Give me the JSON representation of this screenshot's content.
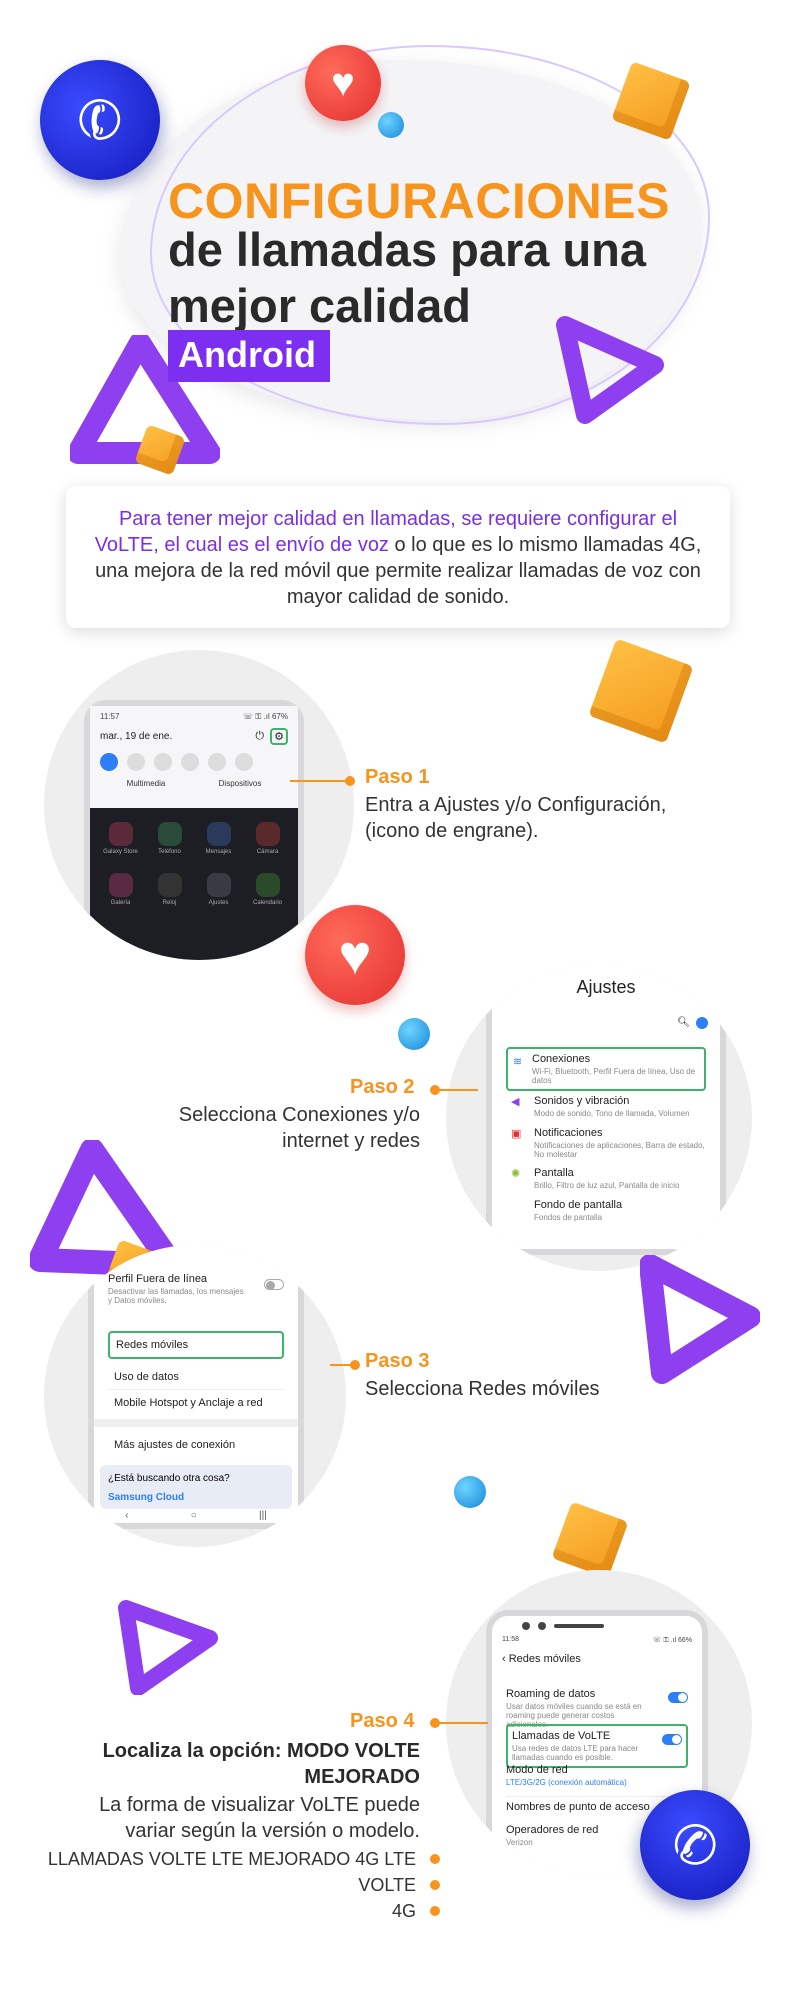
{
  "header": {
    "title_line1": "CONFIGURACIONES",
    "title_line2": "de llamadas para una mejor calidad",
    "platform": "Android"
  },
  "intro": {
    "purple_text": "Para tener mejor calidad en llamadas, se requiere configurar el VoLTE, el cual es el envío de voz",
    "rest_text": " o lo que es lo mismo llamadas 4G, una mejora de la red móvil que permite realizar llamadas de voz con mayor calidad de sonido."
  },
  "step1": {
    "label": "Paso 1",
    "text": "Entra a Ajustes y/o Configuración, (icono de engrane).",
    "screen": {
      "time": "11:57",
      "status": "☏ ⚿ .ıl 67%",
      "date": "mar., 19 de ene.",
      "multimedia": "Multimedia",
      "dispositivos": "Dispositivos",
      "apps": [
        "Galaxy Store",
        "Teléfono",
        "Mensajes",
        "Cámara",
        "Galería",
        "Reloj",
        "Ajustes",
        "Calendario"
      ]
    }
  },
  "step2": {
    "label": "Paso 2",
    "text": "Selecciona Conexiones y/o internet y redes",
    "screen": {
      "title": "Ajustes",
      "items": [
        {
          "title": "Conexiones",
          "sub": "Wi-Fi, Bluetooth, Perfil Fuera de línea, Uso de datos"
        },
        {
          "title": "Sonidos y vibración",
          "sub": "Modo de sonido, Tono de llamada, Volumen"
        },
        {
          "title": "Notificaciones",
          "sub": "Notificaciones de aplicaciones, Barra de estado, No molestar"
        },
        {
          "title": "Pantalla",
          "sub": "Brillo, Filtro de luz azul, Pantalla de inicio"
        },
        {
          "title": "Fondo de pantalla",
          "sub": "Fondos de pantalla"
        }
      ]
    }
  },
  "step3": {
    "label": "Paso 3",
    "text": "Selecciona  Redes móviles",
    "screen": {
      "airplane_title": "Perfil Fuera de línea",
      "airplane_sub": "Desactivar las llamadas, los mensajes y Datos móviles.",
      "items": [
        "Redes móviles",
        "Uso de datos",
        "Mobile Hotspot y Anclaje a red",
        "Más ajustes de conexión"
      ],
      "search_prompt": "¿Está buscando otra cosa?",
      "samsung_cloud": "Samsung Cloud",
      "nav": [
        "‹",
        "○",
        "|||"
      ]
    }
  },
  "step4": {
    "label": "Paso 4",
    "bold_text": "Localiza la opción: MODO VOLTE MEJORADO",
    "text": "La forma  de  visualizar VoLTE puede variar según la versión o modelo.",
    "options": [
      "LLAMADAS VOLTE LTE MEJORADO 4G LTE",
      "VOLTE",
      "4G"
    ],
    "screen": {
      "time": "11:58",
      "status": "☏ ⚿ .ıl 66%",
      "title": "Redes móviles",
      "items": [
        {
          "title": "Roaming de datos",
          "sub": "Usar datos móviles cuando se está en roaming puede generar costos adicionales."
        },
        {
          "title": "Llamadas de VoLTE",
          "sub": "Usa redes de datos LTE para hacer llamadas cuando es posible."
        },
        {
          "title": "Modo de red",
          "sub": "LTE/3G/2G (conexión automática)"
        },
        {
          "title": "Nombres de punto de acceso",
          "sub": ""
        },
        {
          "title": "Operadores de red",
          "sub": "Verizon"
        }
      ]
    }
  },
  "colors": {
    "orange": "#f7941d",
    "purple": "#7c2ff0",
    "green_highlight": "#3fb36b",
    "blue_toggle": "#2d7ef7"
  },
  "icons": [
    "phone-icon",
    "heart-icon",
    "gear-icon",
    "search-icon",
    "avatar-icon",
    "wifi-icon",
    "sound-icon",
    "bell-icon",
    "sun-icon"
  ]
}
